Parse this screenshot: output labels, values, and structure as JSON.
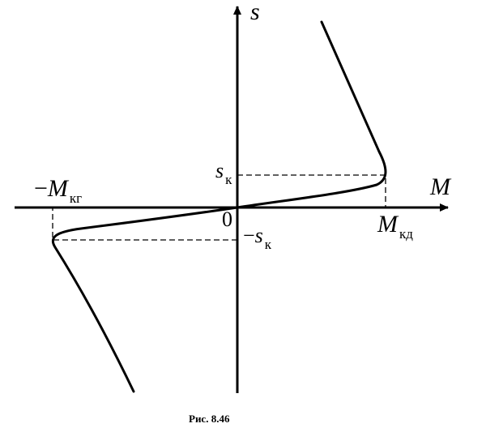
{
  "figure": {
    "caption": "Рис. 8.46",
    "axes": {
      "x_label": "M",
      "y_label": "s",
      "origin_label": "0"
    },
    "markers": {
      "s_crit_pos": {
        "base": "s",
        "sub": "к"
      },
      "s_crit_neg": {
        "prefix": "−",
        "base": "s",
        "sub": "к"
      },
      "m_motor": {
        "base": "M",
        "sub": "кд"
      },
      "m_gen": {
        "prefix": "−",
        "base": "M",
        "sub": "кг"
      }
    },
    "line_color": "#000000"
  }
}
